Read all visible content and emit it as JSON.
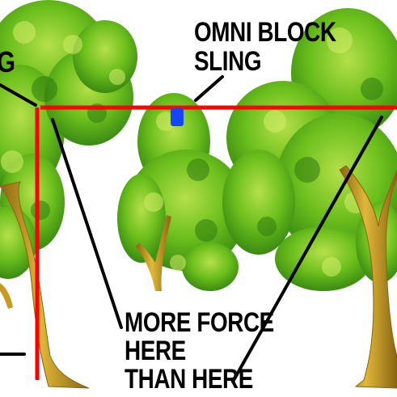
{
  "labels": {
    "left_partial": "G",
    "omni_block": [
      "OMNI BLOCK",
      "SLING"
    ],
    "force_note": [
      "MORE FORCE",
      "HERE",
      "THAN HERE"
    ]
  },
  "colors": {
    "foliage_dark": "#3a8a12",
    "foliage_mid": "#6cbf1c",
    "foliage_light": "#b5e04a",
    "trunk": "#c99a22",
    "trunk_dark": "#8a6410",
    "rope": "#ff0000",
    "block": "#1446ff",
    "pointer": "#000000"
  }
}
